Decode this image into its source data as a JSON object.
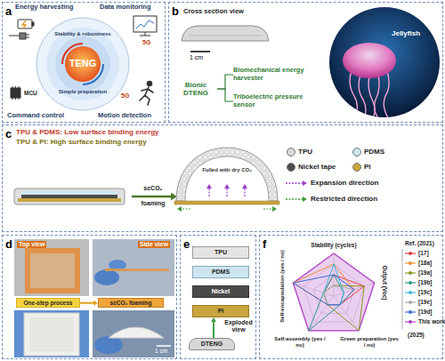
{
  "diagram": {
    "nodes": [
      {
        "text": [
          "a"
        ]
      },
      {
        "text": [
          "b"
        ]
      },
      {
        "text": [
          "Bionic DTENG"
        ],
        "in": 1
      },
      {
        "text": [
          "Biomechanical energy harvester"
        ],
        "in": 1
      },
      {
        "text": [
          "Triboelectric pressure sensor"
        ],
        "in": 1
      },
      {
        "text": [
          "c"
        ]
      },
      {
        "text": [
          "d"
        ]
      },
      {
        "text": [
          "One-step process"
        ],
        "in": 6
      },
      {
        "text": [
          "scCO₂ foaming"
        ],
        "in": 6
      },
      {
        "text": [
          "e"
        ]
      },
      {
        "text": [
          "TPU"
        ],
        "in": 9
      },
      {
        "text": [
          "PDMS"
        ],
        "in": 9
      },
      {
        "text": [
          "Nickel"
        ],
        "in": 9
      },
      {
        "text": [
          "PI"
        ],
        "in": 9
      },
      {
        "text": [
          "DTENG"
        ],
        "in": 9
      },
      {
        "text": [
          "f"
        ]
      }
    ],
    "edges": [
      {
        "from": 2,
        "to": 3,
        "arrow": "none"
      },
      {
        "from": 2,
        "to": 4,
        "arrow": "none"
      },
      {
        "from": 7,
        "to": 8,
        "arrow": "to"
      },
      {
        "from": 14,
        "to": 13,
        "arrow": "to"
      }
    ],
    "labels": [
      "Energy harvesting",
      "Data monitoring",
      "Command control",
      "Motion detection",
      "Stability & robustness",
      "TENG",
      "Simple preparation",
      "5G",
      "5G",
      "MCU",
      "Cross section view",
      "1 cm",
      "Jellyfish",
      "TPU & PDMS: Low surface binding energy",
      "TPU & PI: High surface binding energy",
      "scCO₂",
      "foaming",
      "Fulled with dry CO₂",
      "Top view",
      "Side view",
      "1 cm",
      "Exploded view",
      "Stability (cycles)",
      "Output (Voc)",
      "Green preparation (yes / no)",
      "Self-assembly (yes / no)",
      "Self-encapsulation (yes / no)",
      "Ref. (2021)",
      "(2025)"
    ],
    "legend": [
      {
        "text": "TPU",
        "color": "#d9d9d9"
      },
      {
        "text": "PDMS",
        "color": "#cde5f1"
      },
      {
        "text": "Nickel tape",
        "color": "#4d4d4d"
      },
      {
        "text": "PI",
        "color": "#c9a540"
      },
      {
        "text": "Expansion direction"
      },
      {
        "text": "Restricted direction"
      },
      {
        "text": "[17]"
      },
      {
        "text": "[18a]"
      },
      {
        "text": "[19a]"
      },
      {
        "text": "[19b]"
      },
      {
        "text": "[19c]"
      },
      {
        "text": "[19e]"
      },
      {
        "text": "[19d]"
      },
      {
        "text": "This work"
      }
    ]
  }
}
